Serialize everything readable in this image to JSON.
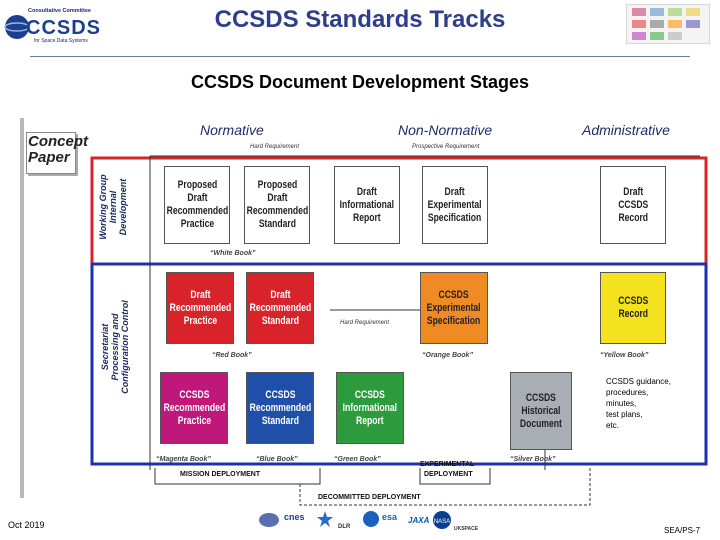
{
  "header": {
    "logo_org": "Consultative Committee",
    "logo_word": "CCSDS",
    "logo_sub": "for Space Data Systems",
    "title": "CCSDS Standards Tracks",
    "subtitle": "CCSDS Document Development Stages"
  },
  "diagram": {
    "concept_paper": "Concept\nPaper",
    "columns": [
      "Normative",
      "Non-Normative",
      "Administrative"
    ],
    "hard_requirement": "Hard Requirement",
    "prospective_requirement": "Prospective Requirement",
    "hard_requirement_2": "Hard Requirement",
    "band_labels": {
      "working_group": "Working Group\nInternal\nDevelopment",
      "secretariat": "Secretariat\nProcessing and\nConfiguration Control"
    },
    "white_books": [
      "Proposed Draft\nRecommended\nPractice",
      "Proposed Draft\nRecommended\nStandard",
      "Draft\nInformational\nReport",
      "Draft\nExperimental\nSpecification",
      "Draft\nCCSDS\nRecord"
    ],
    "white_caption": "“White Book”",
    "review_books": [
      {
        "text": "Draft\nRecommended\nPractice",
        "color": "#d8232a"
      },
      {
        "text": "Draft\nRecommended\nStandard",
        "color": "#d8232a"
      },
      {
        "text": "CCSDS\nExperimental\nSpecification",
        "color": "#f08a24"
      },
      {
        "text": "CCSDS\nRecord",
        "color": "#f5e21e"
      }
    ],
    "red_caption": "“Red Book”",
    "orange_caption": "“Orange Book”",
    "yellow_caption": "“Yellow Book”",
    "final_books": [
      {
        "text": "CCSDS\nRecommended\nPractice",
        "color": "#c0177a"
      },
      {
        "text": "CCSDS\nRecommended\nStandard",
        "color": "#1f4fa8"
      },
      {
        "text": "CCSDS\nInformational\nReport",
        "color": "#2e9a3e"
      },
      {
        "text": "CCSDS\nHistorical\nDocument",
        "color": "#a9adb4"
      }
    ],
    "magenta_caption": "“Magenta Book”",
    "blue_caption": "“Blue Book”",
    "green_caption": "“Green Book”",
    "silver_caption": "“Silver Book”",
    "mission_deployment": "MISSION DEPLOYMENT",
    "experimental": "EXPERIMENTAL",
    "deployment": "DEPLOYMENT",
    "decommitted": "DECOMMITTED DEPLOYMENT",
    "guidance": "CCSDS guidance,\nprocedures,\nminutes,\ntest plans,\netc."
  },
  "agencies": [
    "cnes",
    "esa",
    "DLR",
    "JAXA",
    "NASA",
    "UKSPACE"
  ],
  "footer": {
    "date": "Oct 2019",
    "slide": "SEA/PS-7"
  },
  "colors": {
    "title": "#2e3e8c",
    "red_band": "#d8232a",
    "blue_band": "#1f2fb0"
  }
}
